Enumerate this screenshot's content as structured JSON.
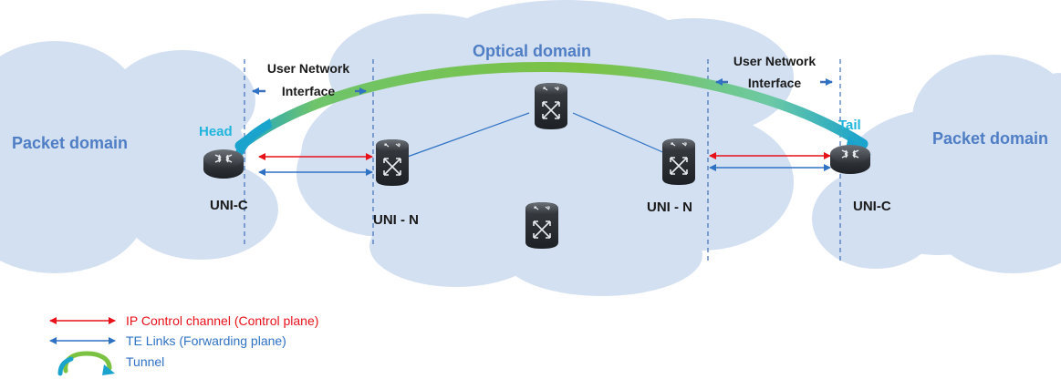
{
  "domains": {
    "optical": "Optical domain",
    "packet_left": "Packet domain",
    "packet_right": "Packet domain"
  },
  "interfaces": {
    "left": {
      "line1": "User Network",
      "line2": "Interface"
    },
    "right": {
      "line1": "User Network",
      "line2": "Interface"
    }
  },
  "nodes": {
    "head_label": "Head",
    "tail_label": "Tail",
    "uni_c_left": "UNI-C",
    "uni_n_left": "UNI - N",
    "uni_n_right": "UNI - N",
    "uni_c_right": "UNI-C"
  },
  "legend": {
    "control": "IP Control channel (Control plane)",
    "te": "TE Links (Forwarding plane)",
    "tunnel": "Tunnel"
  },
  "colors": {
    "cloud": "#d3e0f1",
    "domain_text": "#4f7ec5",
    "head_tail_text": "#1fb5dc",
    "control_arrow": "#e8111a",
    "te_arrow": "#2f72c4",
    "tunnel_green": "#7cc242",
    "tunnel_cyan": "#1aa3cc",
    "dashed_line": "#3f6fb8",
    "router_body": "#3a3f45"
  }
}
